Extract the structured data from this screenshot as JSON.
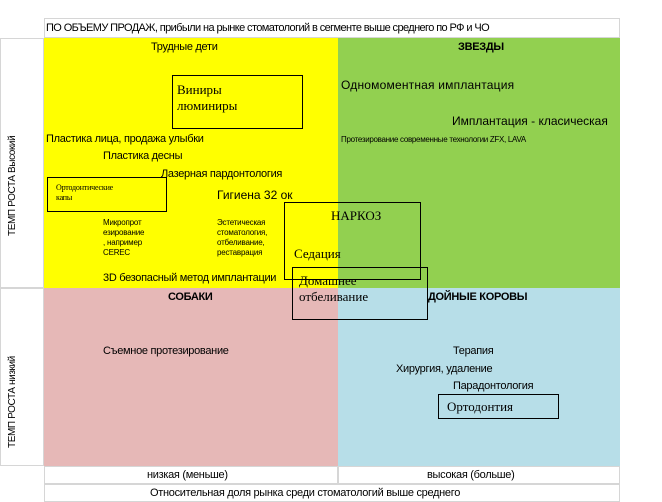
{
  "title": "ПО ОБЪЕМУ ПРОДАЖ, прибыли на рынке стоматологий в сегменте выше среднего по РФ и ЧО",
  "y_axis": {
    "high_label": "ТЕМП РОСТА Высокий",
    "low_label": "ТЕМП РОСТА низкий"
  },
  "x_axis": {
    "low_label": "низкая (меньше)",
    "high_label": "высокая (больше)",
    "title": "Относительная доля рынка среди стоматологий выше среднего"
  },
  "colors": {
    "problem_children": "#ffff00",
    "stars": "#92d050",
    "dogs": "#e6b8b7",
    "cash_cows": "#b7dee8",
    "grid": "#d6d6d6"
  },
  "quadrants": {
    "problem_children": {
      "header": "Трудные дети",
      "items": {
        "veneers": "Виниры\nлюминиры",
        "face_plastic": "Пластика лица, продажа улыбки",
        "gum_plastic": "Пластика десны",
        "laser_perio": "Лазерная пардонтология",
        "ortho_caps": "Ортодонтические\nкапы",
        "hygiene": "Гигиена 32 ок",
        "microprosthetics": "Микропрот\nезирование\n, например\nCEREC",
        "aesthetic": "Эстетическая\nстоматология,\nотбеливание,\nреставрация",
        "implant_3d": "3D безопасный метод имплантации"
      }
    },
    "stars": {
      "header": "ЗВЕЗДЫ",
      "items": {
        "instant_implant": "Одномоментная имплантация",
        "classic_implant": "Имплантация - класическая",
        "modern_prosthetics": "Протезирование современные технологии ZFX, LAVA",
        "anesthesia": "НАРКОЗ",
        "sedation": "Седация"
      }
    },
    "dogs": {
      "header": "СОБАКИ",
      "items": {
        "removable": "Съемное протезирование",
        "home_whitening": "Домашнее\nотбеливание"
      }
    },
    "cash_cows": {
      "header": "ДОЙНЫЕ КОРОВЫ",
      "items": {
        "therapy": "Терапия",
        "surgery": "Хирургия, удаление",
        "periodontology": "Парадонтология",
        "orthodontics": "Ортодонтия"
      }
    }
  }
}
